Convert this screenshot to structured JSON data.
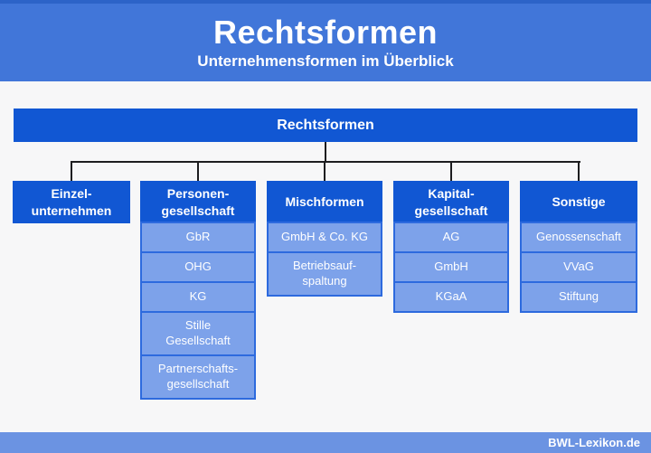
{
  "banner": {
    "title": "Rechtsformen",
    "subtitle": "Unternehmensformen im Überblick"
  },
  "tree": {
    "root": "Rechtsformen",
    "columns": [
      {
        "header": "Einzel-\nunternehmen",
        "children": []
      },
      {
        "header": "Personen-\ngesellschaft",
        "children": [
          {
            "label": "GbR"
          },
          {
            "label": "OHG"
          },
          {
            "label": "KG"
          },
          {
            "label": "Stille\nGesellschaft"
          },
          {
            "label": "Partnerschafts-\ngesellschaft"
          }
        ]
      },
      {
        "header": "Mischformen",
        "children": [
          {
            "label": "GmbH & Co. KG"
          },
          {
            "label": "Betriebsauf-\nspaltung"
          }
        ]
      },
      {
        "header": "Kapital-\ngesellschaft",
        "children": [
          {
            "label": "AG"
          },
          {
            "label": "GmbH"
          },
          {
            "label": "KGaA"
          }
        ]
      },
      {
        "header": "Sonstige",
        "children": [
          {
            "label": "Genossenschaft"
          },
          {
            "label": "VVaG"
          },
          {
            "label": "Stiftung"
          }
        ]
      }
    ]
  },
  "footer": {
    "brand": "BWL-Lexikon.de"
  },
  "colors": {
    "banner": "#4176d9",
    "banner_top_strip": "#2c63c8",
    "node_dark": "#1157d3",
    "node_light_fill": "#7da2ea",
    "node_light_border": "#2d6ade",
    "connector": "#1d1d1f",
    "footer_bar": "#6b93e2",
    "text_on_blue": "#ffffff",
    "content_background": "#f7f7f8"
  }
}
